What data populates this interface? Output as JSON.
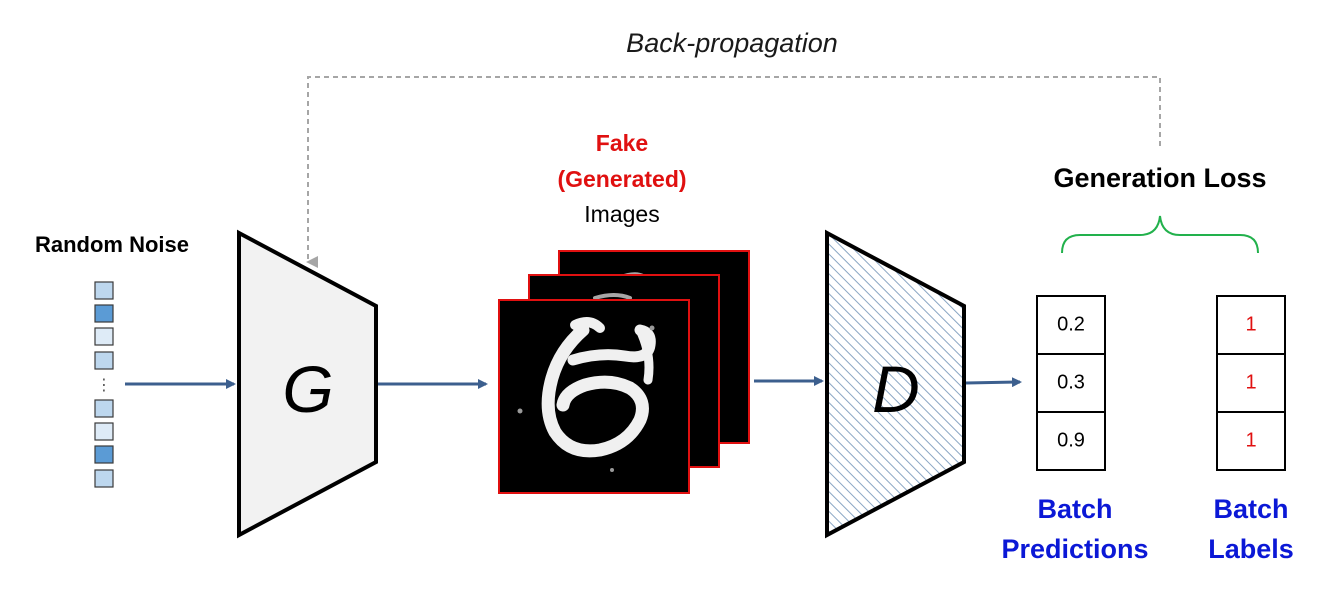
{
  "backprop_label": "Back-propagation",
  "noise": {
    "title": "Random Noise",
    "ellipsis": "⋮",
    "cells": [
      "light",
      "dark",
      "light",
      "light",
      "light",
      "light",
      "dark",
      "light"
    ]
  },
  "generator": {
    "letter": "G"
  },
  "fake_images": {
    "line1": "Fake",
    "line2": "(Generated)",
    "line3": "Images"
  },
  "discriminator": {
    "letter": "D"
  },
  "generation_loss": "Generation Loss",
  "batch_predictions": {
    "label1": "Batch",
    "label2": "Predictions",
    "values": [
      "0.2",
      "0.3",
      "0.9"
    ]
  },
  "batch_labels": {
    "label1": "Batch",
    "label2": "Labels",
    "values": [
      "1",
      "1",
      "1"
    ]
  },
  "colors": {
    "arrow": "#3c5f8e",
    "dashed": "#a6a6a6",
    "fake_text": "#e01010",
    "blue_text": "#0b18d6",
    "brace": "#22b14c",
    "noise_light": "#bdd7ee",
    "noise_dark": "#5b9bd5",
    "generator_fill": "#f2f2f2",
    "hatch": "#8aa6c4"
  }
}
